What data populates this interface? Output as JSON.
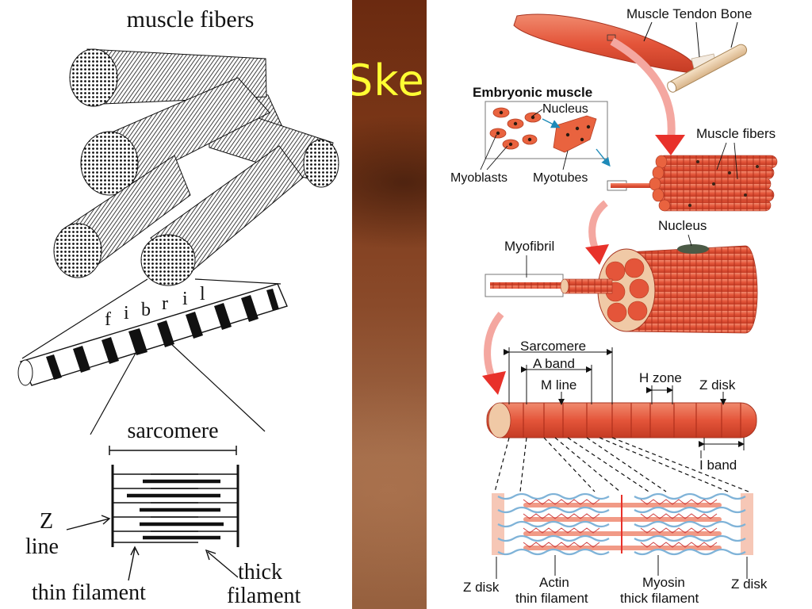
{
  "slide": {
    "title_fragment": "Skel",
    "accent_color": "#ffff33"
  },
  "left_diagram": {
    "muscle_fibers": "muscle fibers",
    "fibril_letters": [
      "f",
      "i",
      "b",
      "r",
      "i",
      "l"
    ],
    "sarcomere": "sarcomere",
    "z_line_1": "Z",
    "z_line_2": "line",
    "thin_filament": "thin filament",
    "thick_filament_1": "thick",
    "thick_filament_2": "filament"
  },
  "right_diagram": {
    "muscle_tendon_bone": "Muscle Tendon Bone",
    "embryonic_muscle": "Embryonic muscle",
    "nucleus_embryonic": "Nucleus",
    "myoblasts": "Myoblasts",
    "myotubes": "Myotubes",
    "muscle_fibers": "Muscle fibers",
    "nucleus": "Nucleus",
    "myofibril": "Myofibril",
    "sarcomere": "Sarcomere",
    "a_band": "A band",
    "m_line": "M line",
    "h_zone": "H zone",
    "z_disk_top": "Z disk",
    "i_band": "I band",
    "z_disk_left": "Z disk",
    "actin_1": "Actin",
    "actin_2": "thin filament",
    "myosin_1": "Myosin",
    "myosin_2": "thick filament",
    "z_disk_right": "Z disk",
    "muscle_color": "#e4553a",
    "filament_blue": "#7fb3d8",
    "arrow_red": "#e8312a"
  }
}
